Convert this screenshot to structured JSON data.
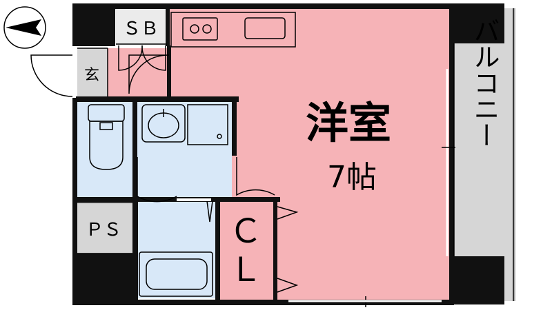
{
  "labels": {
    "shoe_box": "ＳＢ",
    "entrance": "玄",
    "western_room": "洋室",
    "room_size": "7帖",
    "balcony": "バルコニー",
    "pipe_space": "ＰＳ",
    "closet_c": "Ｃ",
    "closet_l": "Ｌ"
  },
  "colors": {
    "room_pink": "#f6b3b7",
    "wet_blue": "#d8e8f8",
    "grey": "#d6d6d6",
    "wall": "#111111"
  },
  "icons": {
    "north_arrow": "north-arrow-icon",
    "stove": "stove-icon",
    "sink": "kitchen-sink-icon",
    "toilet": "toilet-icon",
    "wash_basin": "wash-basin-icon",
    "bathtub": "bathtub-icon"
  }
}
